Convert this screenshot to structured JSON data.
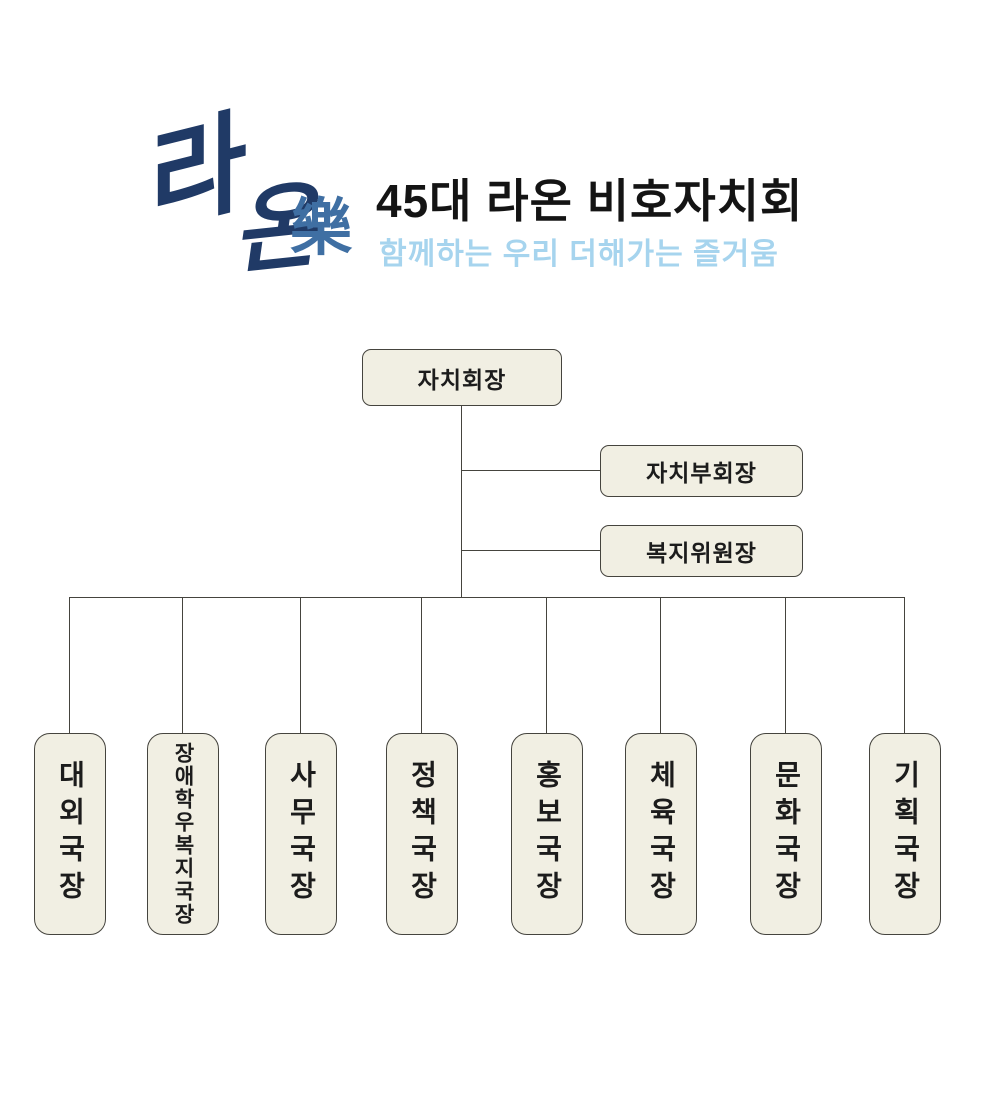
{
  "header": {
    "logo_char1": "라",
    "logo_char2": "온",
    "logo_hanja": "樂",
    "title": "45대 라온 비호자치회",
    "subtitle": "함께하는 우리 더해가는 즐거움"
  },
  "org": {
    "president": "자치회장",
    "vice_president": "자치부회장",
    "welfare_chair": "복지위원장",
    "departments": [
      {
        "label": "대외국장"
      },
      {
        "label": "장애학우복지국장"
      },
      {
        "label": "사무국장"
      },
      {
        "label": "정책국장"
      },
      {
        "label": "홍보국장"
      },
      {
        "label": "체육국장"
      },
      {
        "label": "문화국장"
      },
      {
        "label": "기획국장"
      }
    ]
  },
  "colors": {
    "background": "#ffffff",
    "box_fill": "#f1efe3",
    "box_border": "#45443e",
    "connector_line": "#45443e",
    "title_text": "#141414",
    "subtitle_blue": "#a6d4ee",
    "logo_navy": "#203a66",
    "logo_hanja_blue": "#3f6fa3"
  }
}
